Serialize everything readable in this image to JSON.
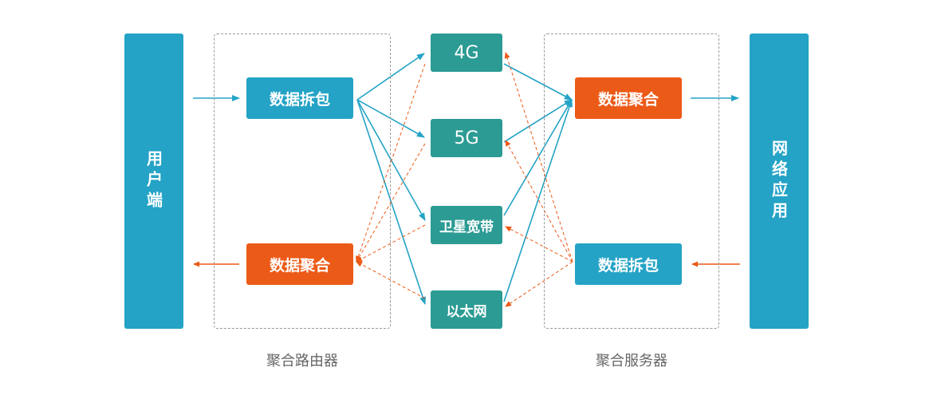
{
  "user_end": "用户端",
  "network_app": "网络应用",
  "router": {
    "split": "数据拆包",
    "aggregate": "数据聚合",
    "caption": "聚合路由器"
  },
  "server": {
    "aggregate": "数据聚合",
    "split": "数据拆包",
    "caption": "聚合服务器"
  },
  "links": {
    "l4g": "4G",
    "l5g": "5G",
    "satellite": "卫星宽带",
    "ethernet": "以太网"
  },
  "colors": {
    "blue": "#24a3c6",
    "orange": "#ec5a17",
    "teal": "#2c9b94"
  }
}
